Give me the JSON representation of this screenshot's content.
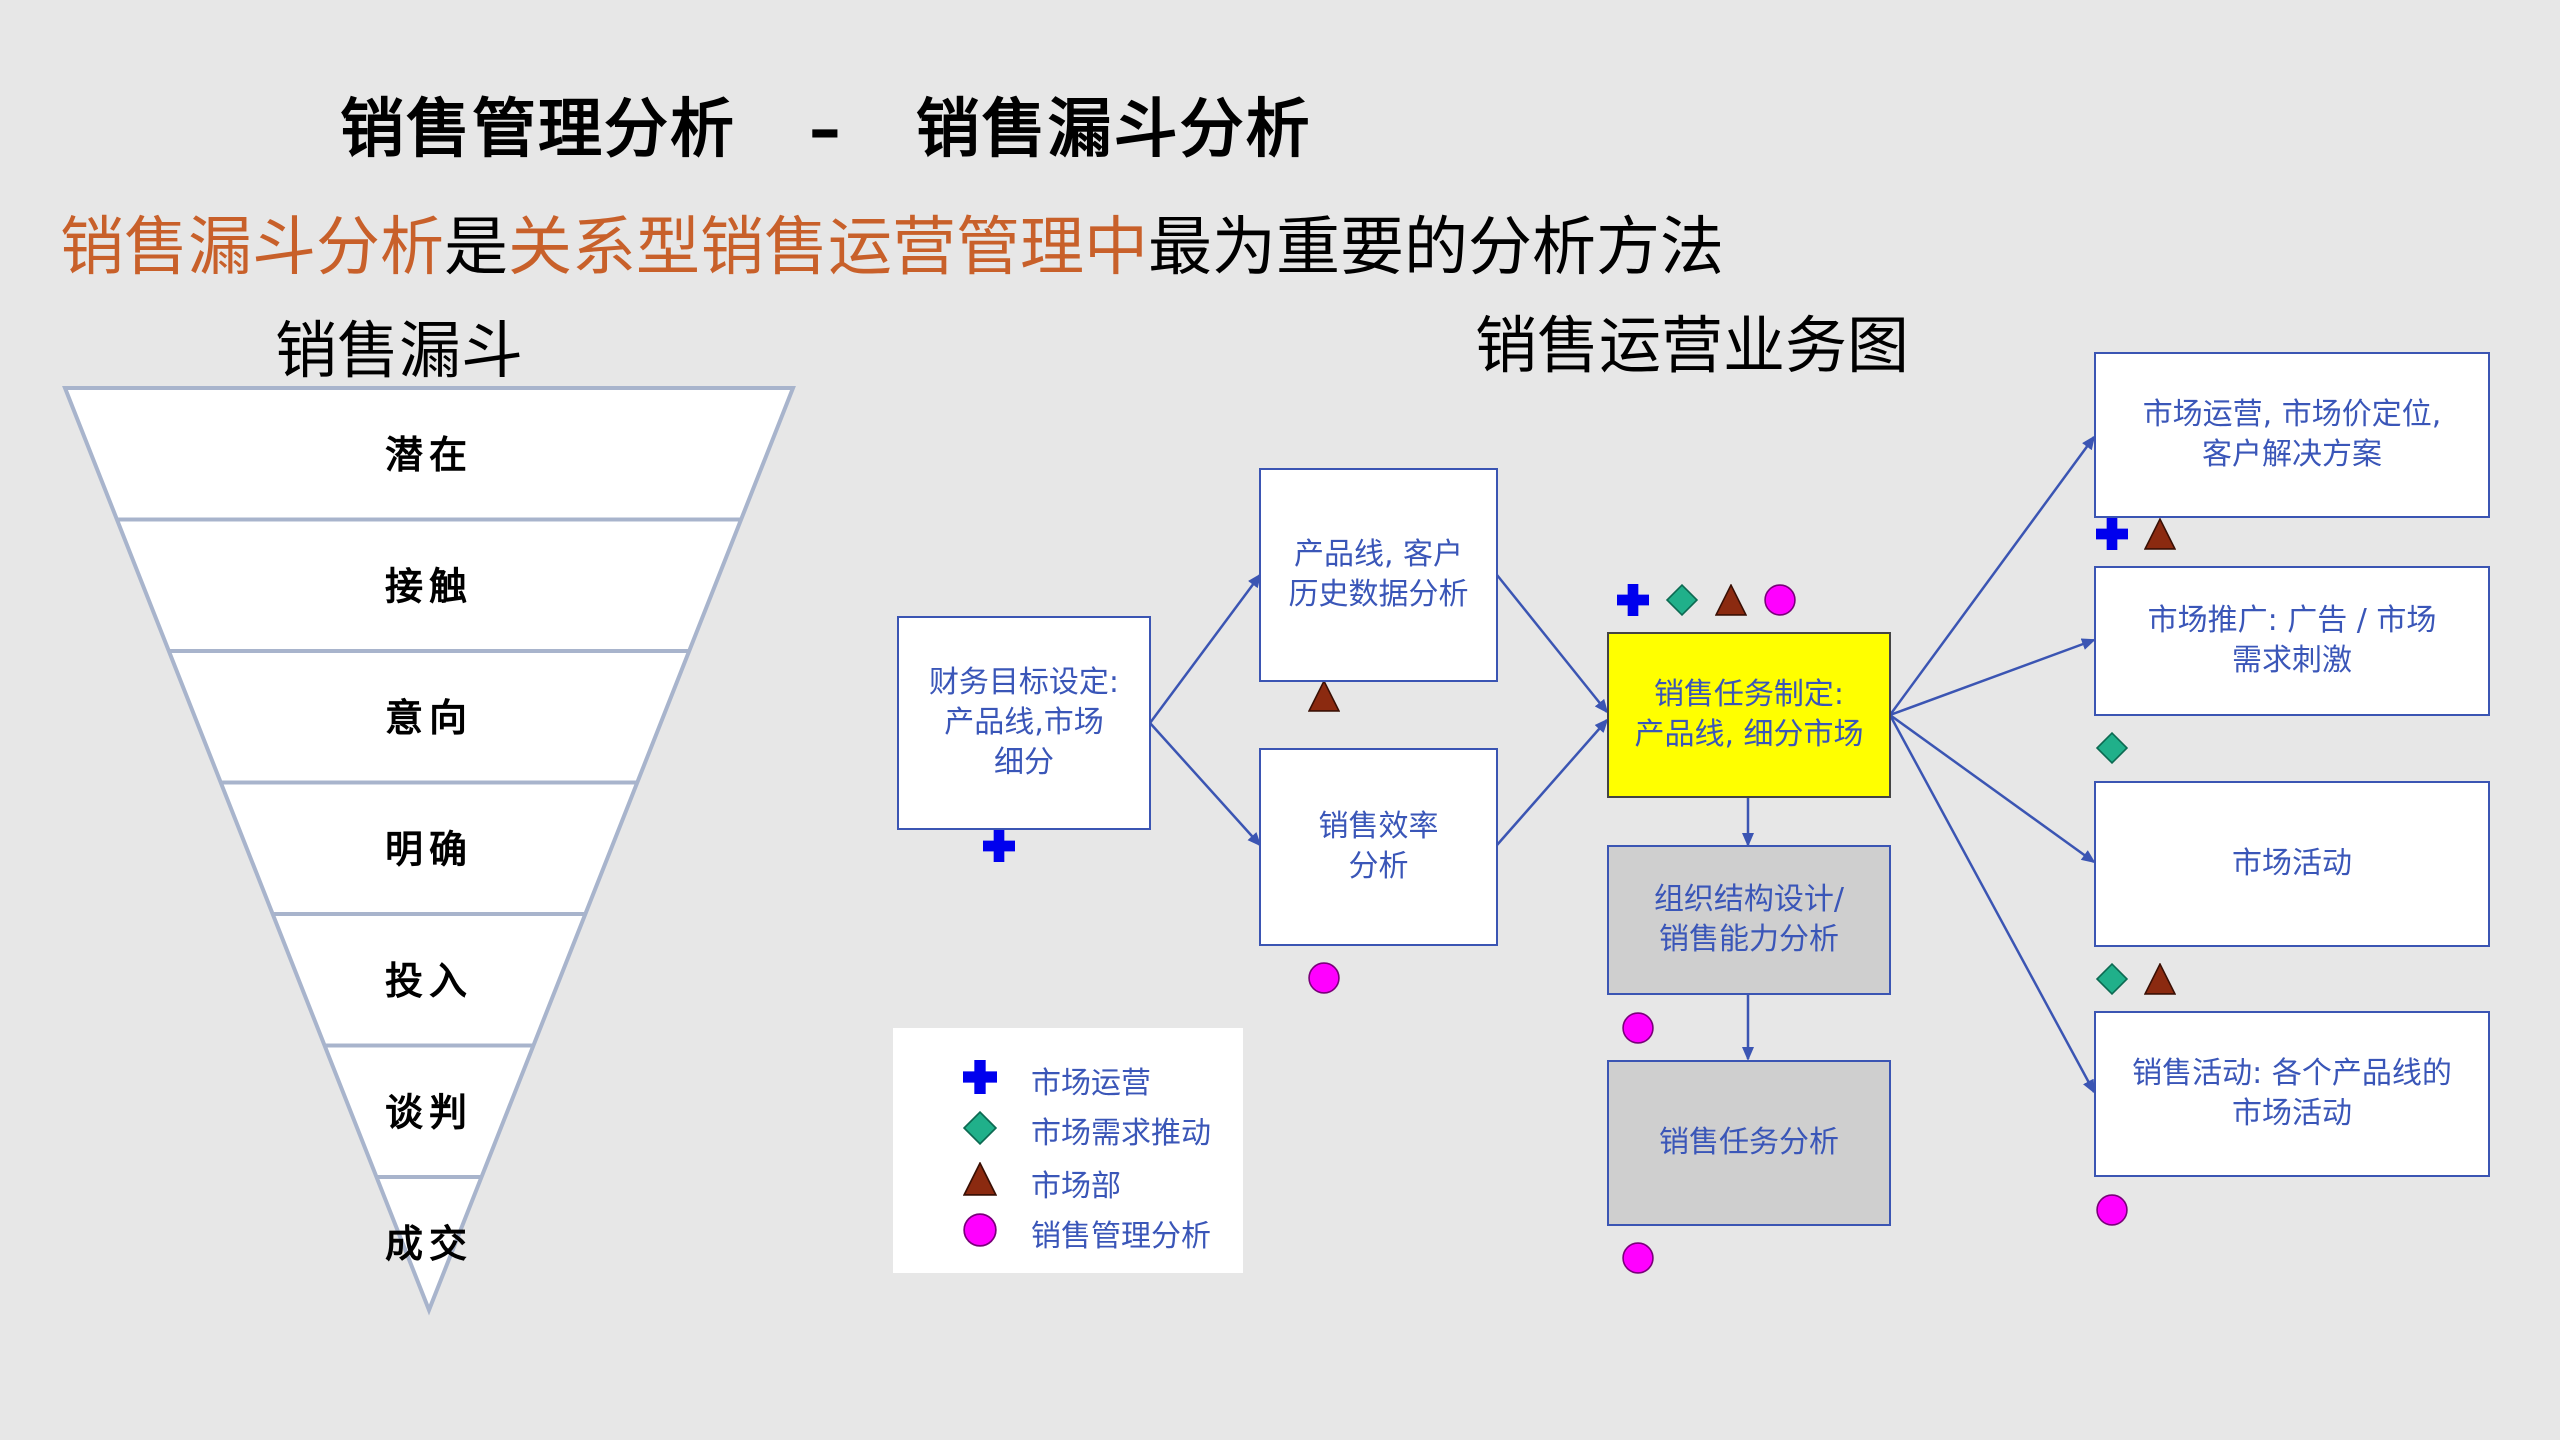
{
  "title": {
    "left": "销售管理分析",
    "sep": "–",
    "right": "销售漏斗分析"
  },
  "subtitle": {
    "part1": "销售漏斗分析",
    "part2": "是",
    "part3": "关系型销售运营管理中",
    "part4": "最为重要的分析方法"
  },
  "funnel": {
    "label": "销售漏斗",
    "stages": [
      "潜在",
      "接触",
      "意向",
      "明确",
      "投入",
      "谈判",
      "成交"
    ]
  },
  "diagram": {
    "label": "销售运营业务图",
    "boxes": {
      "finance": "财务目标设定:\n产品线,市场\n细分",
      "history": "产品线, 客户\n历史数据分析",
      "efficiency": "销售效率\n分析",
      "task": "销售任务制定:\n产品线, 细分市场",
      "org": "组织结构设计/\n销售能力分析",
      "task_analysis": "销售任务分析",
      "market_ops": "市场运营, 市场价定位,\n客户解决方案",
      "promotion": "市场推广: 广告 / 市场\n需求刺激",
      "activity": "市场活动",
      "sales_activity": "销售活动: 各个产品线的\n市场活动"
    },
    "legend": [
      {
        "icon": "cross",
        "label": "市场运营"
      },
      {
        "icon": "diamond",
        "label": "市场需求推动"
      },
      {
        "icon": "triangle",
        "label": "市场部"
      },
      {
        "icon": "circle",
        "label": "销售管理分析"
      }
    ]
  },
  "colors": {
    "background": "#e7e7e7",
    "accent_orange": "#c8602a",
    "box_text": "#3a56b8",
    "box_border": "#3b55b3",
    "highlight_box": "#ffff00",
    "gray_box": "#cfcfcf",
    "cross": "#0000ee",
    "diamond": "#20b08a",
    "triangle": "#8b2a10",
    "circle": "#ff00ff",
    "funnel_line": "#a8b4cc"
  }
}
